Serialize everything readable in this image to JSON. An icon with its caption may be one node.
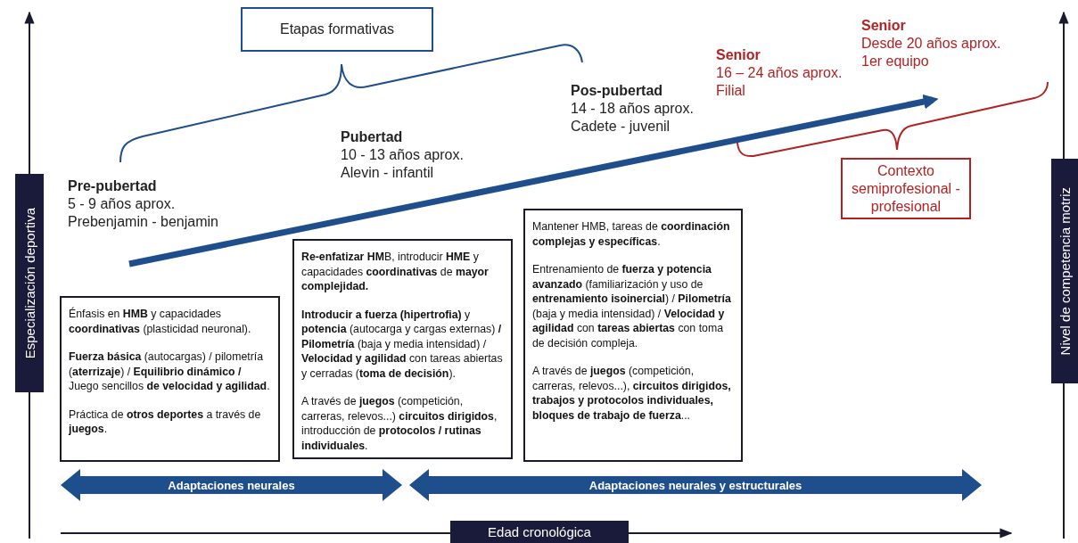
{
  "diagram": {
    "nodes": [
      {
        "text": [
          "Etapas formativas"
        ]
      },
      {
        "text": [
          "Énfasis en **HMB** y capacidades **coordinativas** (plasticidad neuronal).",
          "**Fuerza básica** (autocargas) / pilometría (**aterrizaje**) / **Equilibrio dinámico /** Juego sencillos **de velocidad y agilidad**.",
          "Práctica de **otros deportes** a través de **juegos**."
        ]
      },
      {
        "text": [
          "**Re-enfatizar HM**B, introducir **HME** y capacidades **coordinativas** de **mayor complejidad.**",
          "**Introducir a fuerza (hipertrofia)** y **potencia** (autocarga y cargas externas) **/ Pilometría** (baja y media intensidad) / **Velocidad y agilidad** con tareas abiertas y cerradas (**toma de decisión**).",
          "A través de **juegos** (competición, carreras, relevos...) **circuitos dirigidos**, introducción de **protocolos / rutinas individuales**."
        ]
      },
      {
        "text": [
          "Mantener HMB, tareas de **coordinación complejas y específicas**.",
          "Entrenamiento de **fuerza y potencia avanzado** (familiarización y uso de **entrenamiento isoinercial**) / **Pilometría** (baja y media intensidad) / **Velocidad y agilidad** con **tareas abiertas** con toma de decisión compleja.",
          "A través de **juegos** (competición, carreras, relevos...), **circuitos dirigidos, trabajos y protocolos individuales, bloques de trabajo de fuerza**..."
        ]
      },
      {
        "text": [
          "Contexto semiprofesional - profesional"
        ]
      },
      {
        "text": [
          "Adaptaciones neurales"
        ]
      },
      {
        "text": [
          "Adaptaciones neurales y estructurales"
        ]
      },
      {
        "text": [
          "Especialización deportiva"
        ]
      },
      {
        "text": [
          "Nivel de competencia motriz"
        ]
      },
      {
        "text": [
          "Edad cronológica"
        ]
      }
    ],
    "labels": [
      "Senior",
      "Desde 20 años aprox.",
      "1er equipo",
      "Senior",
      "16 – 24 años aprox.",
      "Filial",
      "Pos-pubertad",
      "14 - 18 años aprox.",
      "Cadete - juvenil",
      "Pubertad",
      "10 - 13 años aprox.",
      "Alevin - infantil",
      "Pre-pubertad",
      "5 - 9 años aprox.",
      "Prebenjamin - benjamin"
    ]
  }
}
